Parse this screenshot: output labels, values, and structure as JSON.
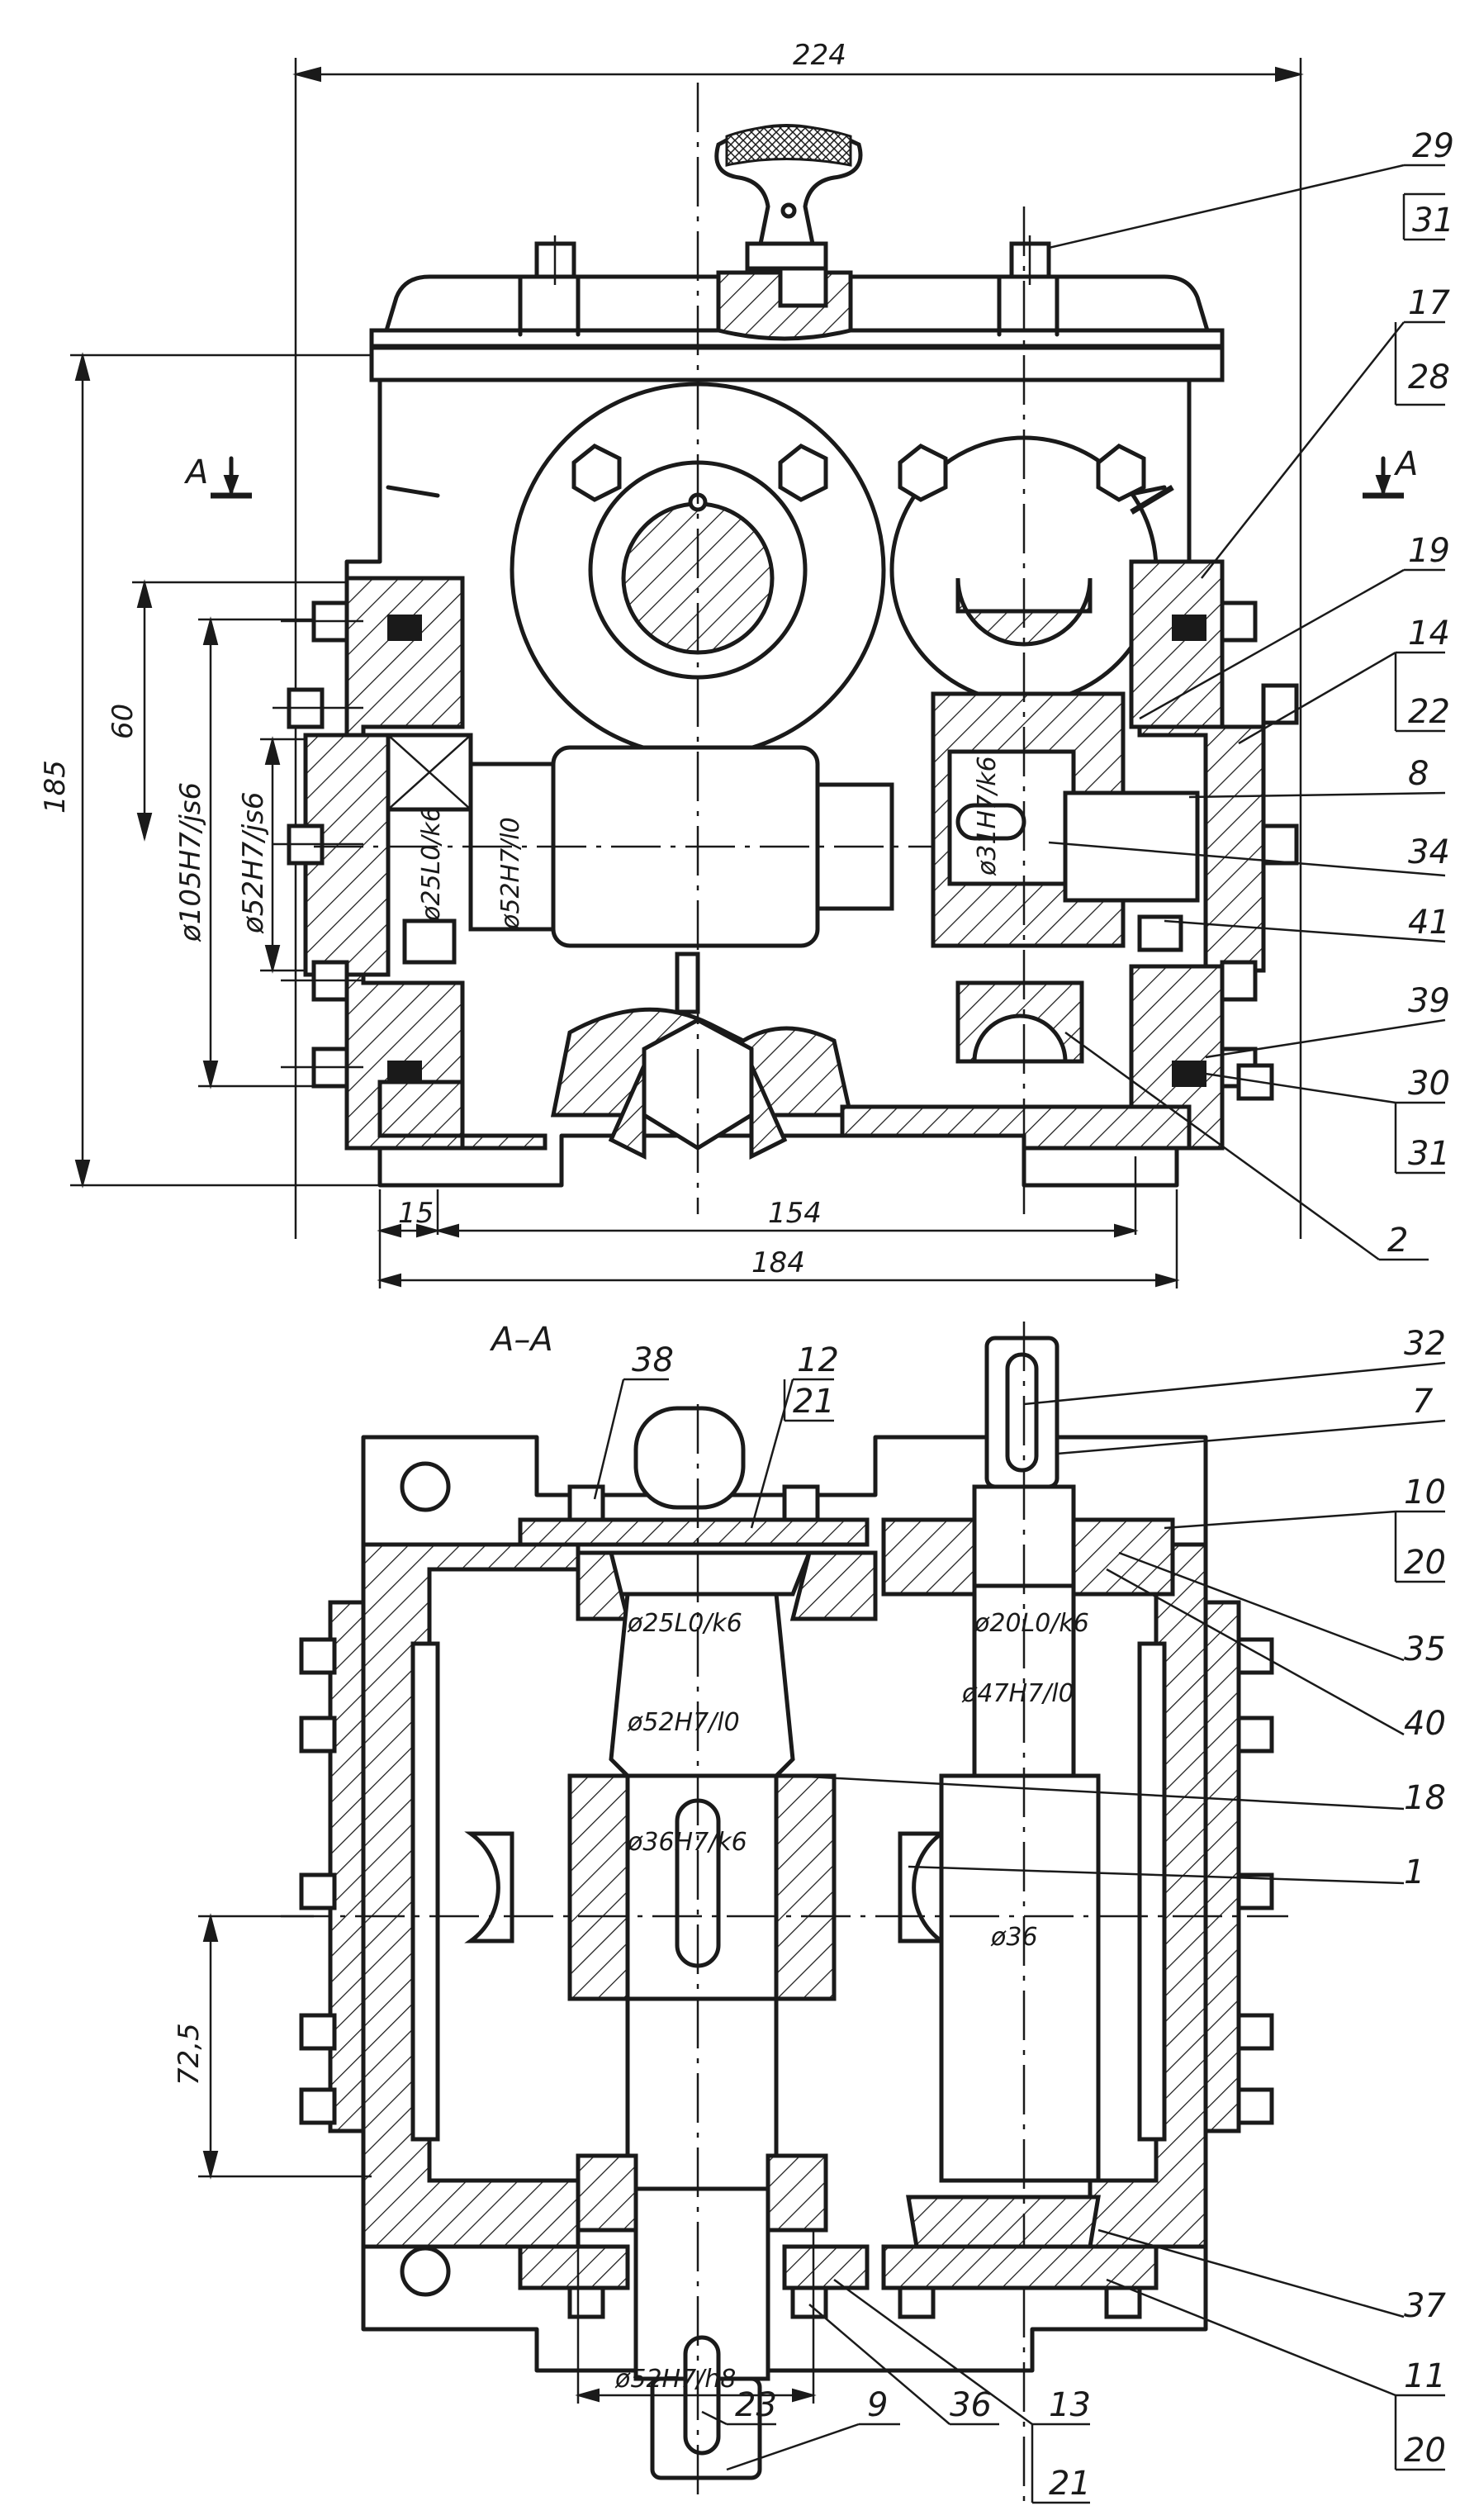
{
  "drawing": {
    "top_view": {
      "dimensions": {
        "overall_width": "224",
        "overall_height": "185",
        "offset_60": "60",
        "bore_outer": "ø105H7/js6",
        "bore_inner": "ø52H7/js6",
        "shaft_fit_25": "ø25L0/k6",
        "bearing_fit_52": "ø52H7/l0",
        "gear_fit_31": "ø31H7/k6",
        "base_15": "15",
        "base_154": "154",
        "base_184": "184"
      },
      "section_marks": [
        "A",
        "A"
      ],
      "callouts": {
        "c29": "29",
        "c31a": "31",
        "c17": "17",
        "c28": "28",
        "c19": "19",
        "c14": "14",
        "c22": "22",
        "c8": "8",
        "c34": "34",
        "c41": "41",
        "c39": "39",
        "c30": "30",
        "c31b": "31",
        "c2": "2"
      }
    },
    "section_view": {
      "title": "A–A",
      "dimensions": {
        "fit_25": "ø25L0/k6",
        "fit_52": "ø52H7/l0",
        "fit_36": "ø36H7/k6",
        "fit_20": "ø20L0/k6",
        "fit_47": "ø47H7/l0",
        "shaft_36": "ø36",
        "height_72_5": "72,5",
        "fit_52h8": "ø52H7/h8"
      },
      "callouts": {
        "c38": "38",
        "c12": "12",
        "c21a": "21",
        "c32": "32",
        "c7": "7",
        "c10": "10",
        "c20a": "20",
        "c35": "35",
        "c40": "40",
        "c18": "18",
        "c1": "1",
        "c37": "37",
        "c11": "11",
        "c20b": "20",
        "c23": "23",
        "c9": "9",
        "c36": "36",
        "c13": "13",
        "c21b": "21"
      }
    }
  }
}
